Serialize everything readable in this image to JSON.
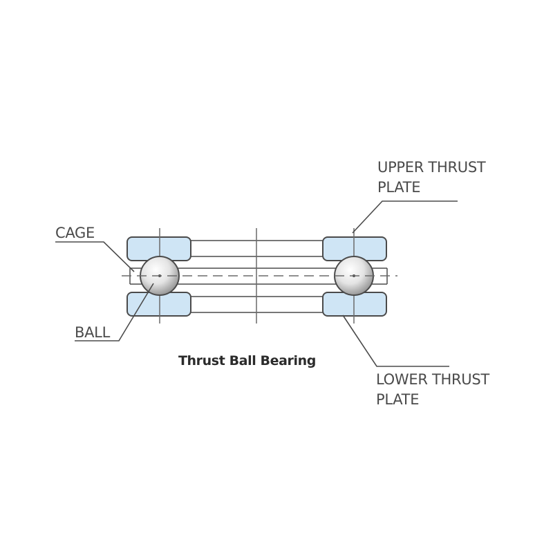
{
  "labels": {
    "cage": "CAGE",
    "ball": "BALL",
    "upper_thrust_plate": [
      "UPPER THRUST",
      "PLATE"
    ],
    "lower_thrust_plate": [
      "LOWER THRUST",
      "PLATE"
    ]
  },
  "caption": "Thrust Ball Bearing",
  "colors": {
    "plate_fill": "#cfe5f5",
    "line": "#4a4a4a",
    "ball_light": "#ffffff",
    "ball_dark": "#9a9a9a",
    "background": "#ffffff"
  }
}
